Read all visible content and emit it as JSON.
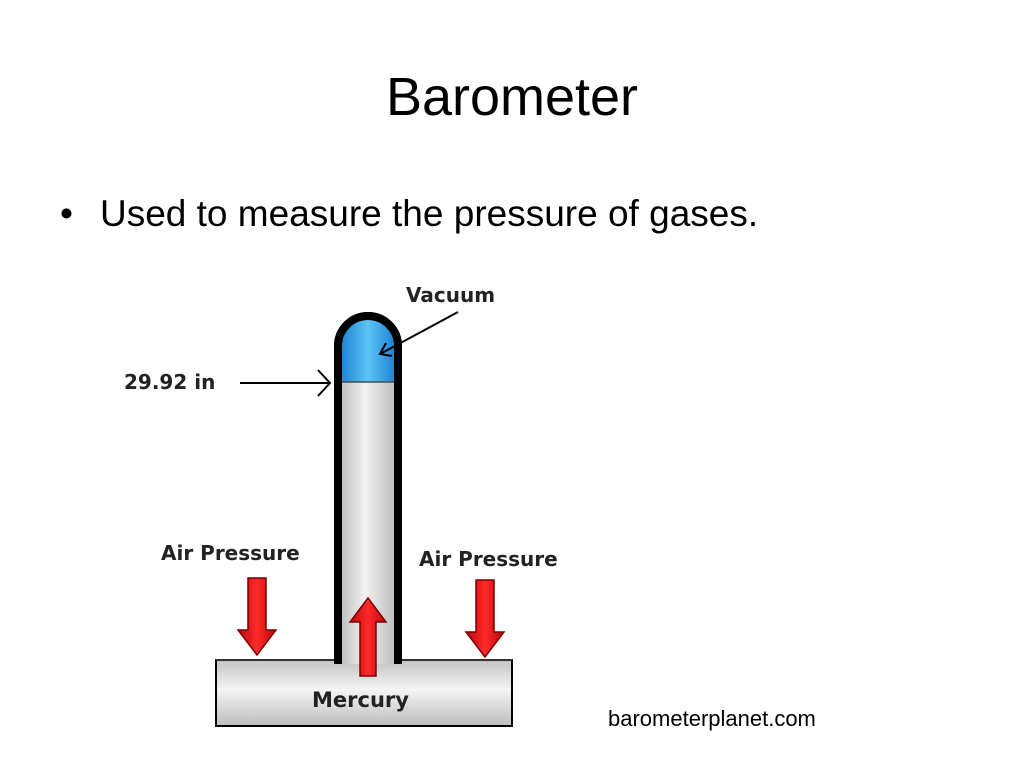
{
  "slide": {
    "title": "Barometer",
    "bullet_symbol": "•",
    "bullet_text": "Used to measure the pressure of gases.",
    "source": "barometerplanet.com"
  },
  "diagram": {
    "labels": {
      "vacuum": "Vacuum",
      "height": "29.92 in",
      "air_pressure_left": "Air Pressure",
      "air_pressure_right": "Air Pressure",
      "mercury": "Mercury"
    },
    "colors": {
      "vacuum_fill": "#2fa6e8",
      "mercury_fill": "#d2d2d2",
      "arrow_fill": "#e8141c",
      "tube_outline": "#000000"
    },
    "icons": [
      "down-arrow-icon",
      "up-arrow-icon",
      "pointer-arrow-icon"
    ]
  }
}
